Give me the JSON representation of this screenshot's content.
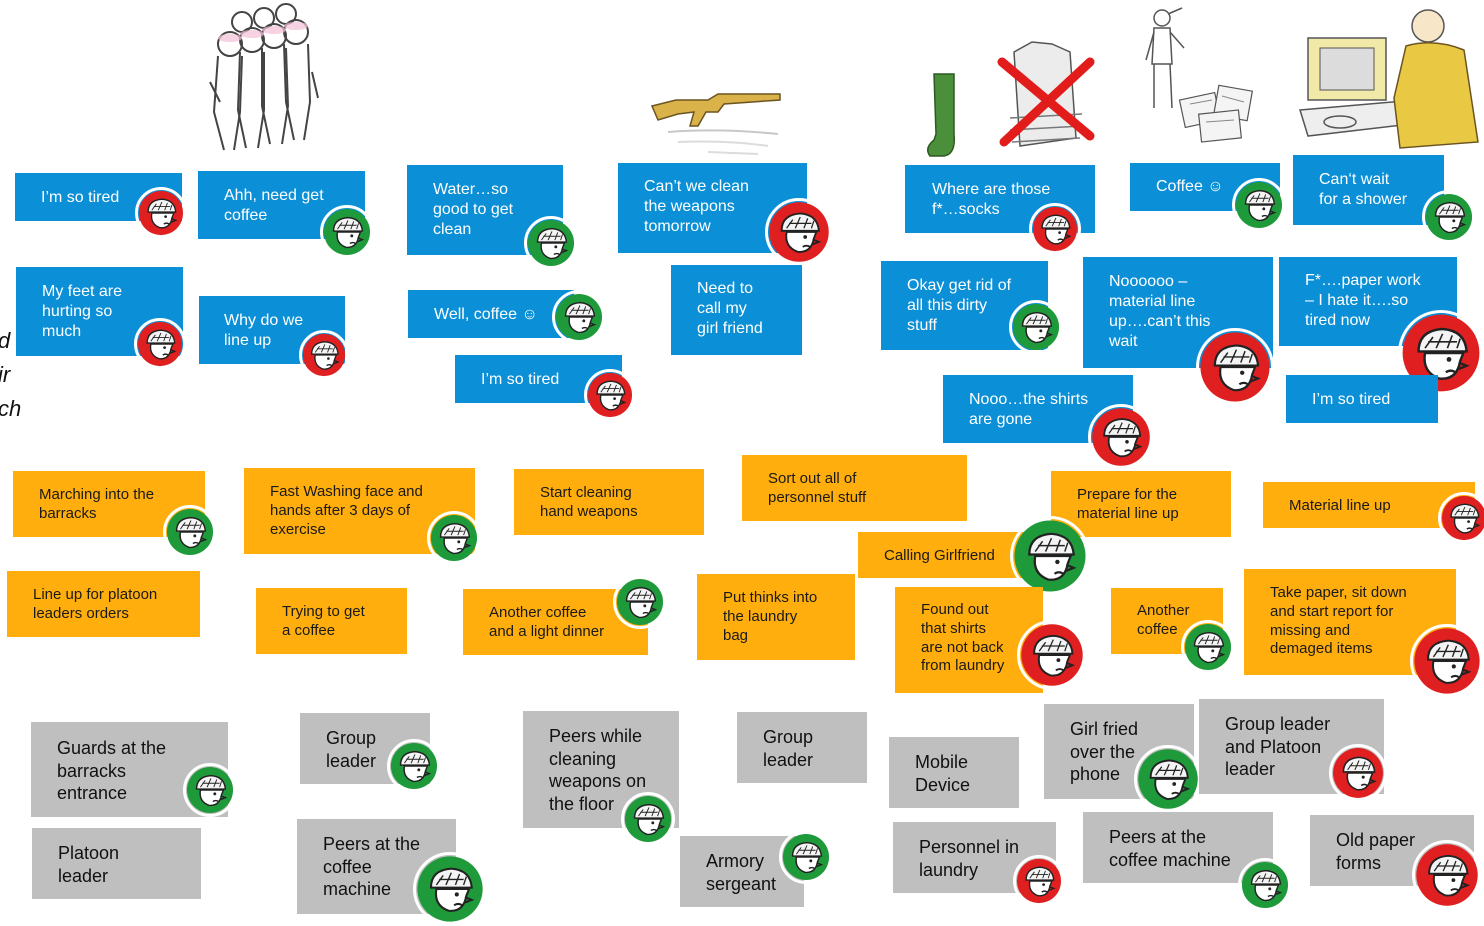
{
  "colors": {
    "thought": "#0b8fd6",
    "activity": "#ffae0d",
    "actor": "#bfbfbf",
    "positive": "#1f9a3a",
    "negative": "#e02020"
  },
  "left_edge_fragments": [
    "d",
    "ir",
    "ch"
  ],
  "illustrations": [
    "soldiers-group",
    "rifle",
    "green-sock",
    "crossed-out-shirts",
    "saluting-soldier",
    "papers",
    "person-at-desk"
  ],
  "thoughts": [
    {
      "text": "I’m so tired",
      "mood": "negative"
    },
    {
      "text": "Ahh, need get\ncoffee",
      "mood": "positive"
    },
    {
      "text": "Water…so\ngood to get\nclean",
      "mood": "positive"
    },
    {
      "text": "Can’t we clean\nthe weapons\ntomorrow",
      "mood": "negative"
    },
    {
      "text": "Where are those\nf*…socks",
      "mood": "negative"
    },
    {
      "text": "Coffee ☺",
      "mood": "positive"
    },
    {
      "text": "Can‘t wait\nfor a shower",
      "mood": "positive"
    },
    {
      "text": "My feet are\nhurting so\nmuch",
      "mood": "negative"
    },
    {
      "text": "Why do we\nline up",
      "mood": "negative"
    },
    {
      "text": "Well, coffee ☺",
      "mood": "positive"
    },
    {
      "text": "Need to\ncall my\ngirl friend",
      "mood": ""
    },
    {
      "text": "Okay get rid of\nall this dirty\nstuff",
      "mood": "positive"
    },
    {
      "text": "Noooooo –\nmaterial line\nup….can’t this\nwait",
      "mood": "negative"
    },
    {
      "text": "F*….paper work\n– I hate it….so\ntired now",
      "mood": "negative"
    },
    {
      "text": "I’m so tired",
      "mood": "negative"
    },
    {
      "text": "Nooo…the shirts\nare gone",
      "mood": "negative"
    },
    {
      "text": "I’m so tired",
      "mood": ""
    }
  ],
  "activities": [
    {
      "text": "Marching into the\nbarracks",
      "mood": "positive"
    },
    {
      "text": "Fast Washing face and\nhands after 3 days of\nexercise",
      "mood": "positive"
    },
    {
      "text": "Start cleaning\nhand weapons",
      "mood": ""
    },
    {
      "text": "Sort out all of\npersonnel stuff",
      "mood": ""
    },
    {
      "text": "Prepare for the\nmaterial line up",
      "mood": ""
    },
    {
      "text": "Material line up",
      "mood": "negative"
    },
    {
      "text": "Calling Girlfriend",
      "mood": "positive"
    },
    {
      "text": "Line up for platoon\nleaders orders",
      "mood": ""
    },
    {
      "text": "Trying to get\na coffee",
      "mood": ""
    },
    {
      "text": "Another coffee\nand a light dinner",
      "mood": "positive"
    },
    {
      "text": "Put thinks into\nthe laundry\nbag",
      "mood": ""
    },
    {
      "text": "Found out\nthat shirts\nare not back\nfrom laundry",
      "mood": "negative"
    },
    {
      "text": "Another\ncoffee",
      "mood": "positive"
    },
    {
      "text": "Take paper, sit down\nand start report for\nmissing and\ndemaged items",
      "mood": "negative"
    }
  ],
  "actors": [
    {
      "text": "Guards at the\nbarracks\nentrance",
      "mood": "positive"
    },
    {
      "text": "Group\nleader",
      "mood": "positive"
    },
    {
      "text": "Peers while\ncleaning\nweapons on\nthe floor",
      "mood": "positive"
    },
    {
      "text": "Group\nleader",
      "mood": ""
    },
    {
      "text": "Mobile\nDevice",
      "mood": ""
    },
    {
      "text": "Girl fried\nover the\nphone",
      "mood": "positive"
    },
    {
      "text": "Group leader\nand Platoon\nleader",
      "mood": "negative"
    },
    {
      "text": "Platoon\nleader",
      "mood": ""
    },
    {
      "text": "Peers at the\ncoffee\nmachine",
      "mood": "positive"
    },
    {
      "text": "Armory\nsergeant",
      "mood": "positive"
    },
    {
      "text": "Personnel in\nlaundry",
      "mood": "negative"
    },
    {
      "text": "Peers at the\ncoffee machine",
      "mood": "positive"
    },
    {
      "text": "Old paper\nforms",
      "mood": "negative"
    }
  ]
}
